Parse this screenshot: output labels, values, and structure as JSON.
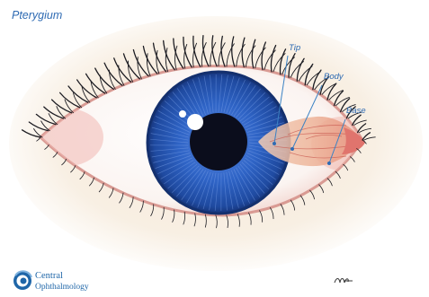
{
  "title": "Pterygium",
  "labels": {
    "tip": "Tip",
    "body": "Body",
    "base": "Base"
  },
  "logo": {
    "line1": "Central",
    "line2": "Ophthalmology",
    "icon": "spiral-eye-icon"
  },
  "signature": "artist-signature",
  "colors": {
    "label": "#2f6bb3",
    "iris": "#2d62c0",
    "pupil": "#0b0d1c",
    "pterygium": "#e9a98d",
    "caruncle": "#e0746d",
    "skin": "#f5eadb",
    "logo": "#1f66a8"
  }
}
